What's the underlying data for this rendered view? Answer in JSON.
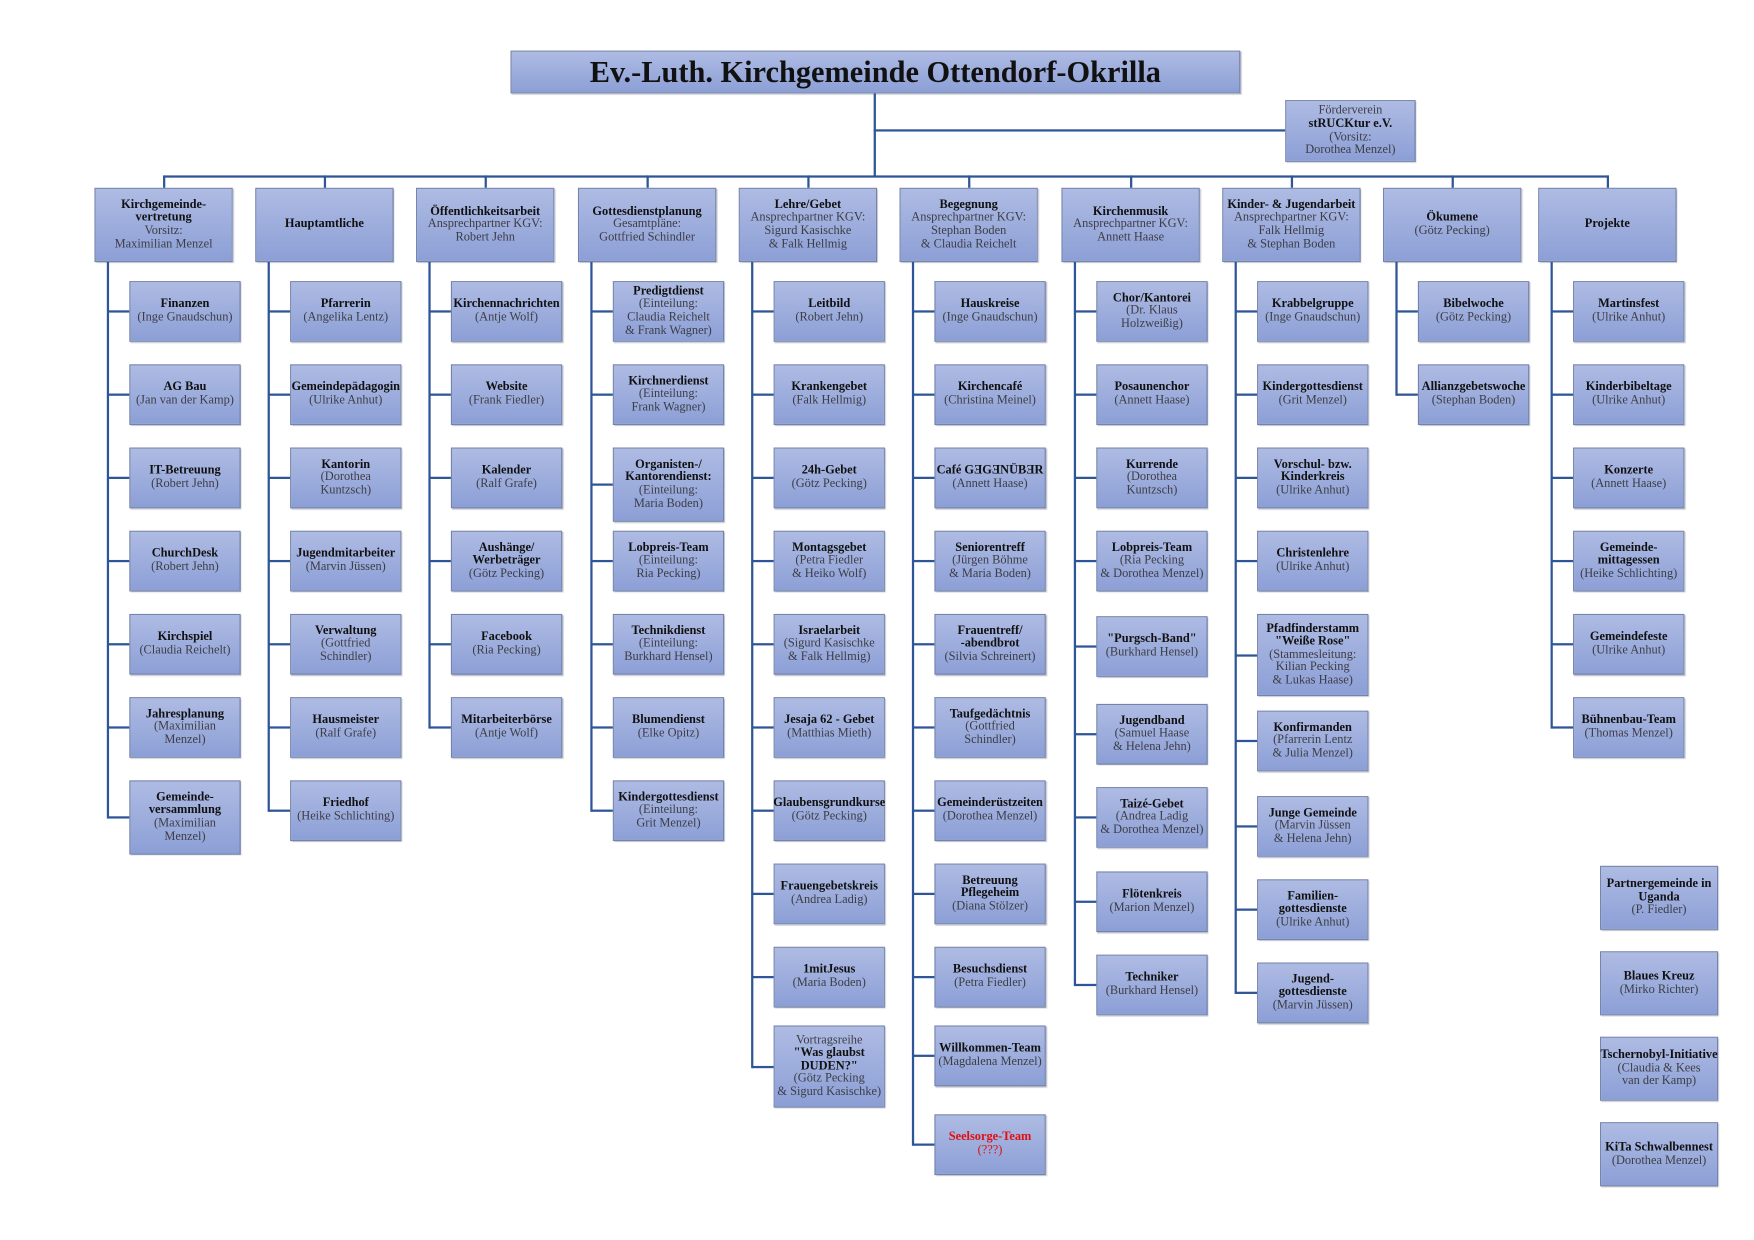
{
  "title": "Ev.-Luth. Kirchgemeinde Ottendorf-Okrilla",
  "foerderverein": {
    "pre": [
      "Förderverein"
    ],
    "title": [
      "stRUCKtur e.V."
    ],
    "sub": [
      "(Vorsitz:",
      "Dorothea Menzel)"
    ]
  },
  "colors": {
    "line": "#2e5597",
    "box_top": "#aebbe3",
    "box_bottom": "#8c9fd6",
    "warning_text": "#e01010"
  },
  "columns": [
    {
      "header": {
        "title": [
          "Kirchgemeinde-",
          "vertretung"
        ],
        "sub": [
          "Vorsitz:",
          "Maximilian Menzel"
        ]
      },
      "items": [
        {
          "title": [
            "Finanzen"
          ],
          "sub": [
            "(Inge Gnaudschun)"
          ]
        },
        {
          "title": [
            "AG Bau"
          ],
          "sub": [
            "(Jan van der Kamp)"
          ]
        },
        {
          "title": [
            "IT-Betreuung"
          ],
          "sub": [
            "(Robert Jehn)"
          ]
        },
        {
          "title": [
            "ChurchDesk"
          ],
          "sub": [
            "(Robert Jehn)"
          ]
        },
        {
          "title": [
            "Kirchspiel"
          ],
          "sub": [
            "(Claudia Reichelt)"
          ]
        },
        {
          "title": [
            "Jahresplanung"
          ],
          "sub": [
            "(Maximilian",
            "Menzel)"
          ]
        },
        {
          "title": [
            "Gemeinde-",
            "versammlung"
          ],
          "sub": [
            "(Maximilian",
            "Menzel)"
          ]
        }
      ]
    },
    {
      "header": {
        "title": [
          "Hauptamtliche"
        ],
        "sub": []
      },
      "items": [
        {
          "title": [
            "Pfarrerin"
          ],
          "sub": [
            "(Angelika Lentz)"
          ]
        },
        {
          "title": [
            "Gemeindepädagogin"
          ],
          "sub": [
            "(Ulrike Anhut)"
          ]
        },
        {
          "title": [
            "Kantorin"
          ],
          "sub": [
            "(Dorothea",
            "Kuntzsch)"
          ]
        },
        {
          "title": [
            "Jugendmitarbeiter"
          ],
          "sub": [
            "(Marvin Jüssen)"
          ]
        },
        {
          "title": [
            "Verwaltung"
          ],
          "sub": [
            "(Gottfried",
            "Schindler)"
          ]
        },
        {
          "title": [
            "Hausmeister"
          ],
          "sub": [
            "(Ralf Grafe)"
          ]
        },
        {
          "title": [
            "Friedhof"
          ],
          "sub": [
            "(Heike Schlichting)"
          ]
        }
      ]
    },
    {
      "header": {
        "title": [
          "Öffentlichkeitsarbeit"
        ],
        "sub": [
          "Ansprechpartner KGV:",
          "Robert Jehn"
        ]
      },
      "items": [
        {
          "title": [
            "Kirchennachrichten"
          ],
          "sub": [
            "(Antje Wolf)"
          ]
        },
        {
          "title": [
            "Website"
          ],
          "sub": [
            "(Frank Fiedler)"
          ]
        },
        {
          "title": [
            "Kalender"
          ],
          "sub": [
            "(Ralf Grafe)"
          ]
        },
        {
          "title": [
            "Aushänge/",
            "Werbeträger"
          ],
          "sub": [
            "(Götz Pecking)"
          ]
        },
        {
          "title": [
            "Facebook"
          ],
          "sub": [
            "(Ria Pecking)"
          ]
        },
        {
          "title": [
            "Mitarbeiterbörse"
          ],
          "sub": [
            "(Antje Wolf)"
          ]
        }
      ]
    },
    {
      "header": {
        "title": [
          "Gottesdienstplanung"
        ],
        "sub": [
          "Gesamtpläne:",
          "Gottfried Schindler"
        ]
      },
      "items": [
        {
          "title": [
            "Predigtdienst"
          ],
          "sub": [
            "(Einteilung:",
            "Claudia Reichelt",
            "& Frank Wagner)"
          ]
        },
        {
          "title": [
            "Kirchnerdienst"
          ],
          "sub": [
            "(Einteilung:",
            "Frank Wagner)"
          ]
        },
        {
          "title": [
            "Organisten-/",
            "Kantorendienst:"
          ],
          "sub": [
            "(Einteilung:",
            "Maria Boden)"
          ]
        },
        {
          "title": [
            "Lobpreis-Team"
          ],
          "sub": [
            "(Einteilung:",
            "Ria Pecking)"
          ]
        },
        {
          "title": [
            "Technikdienst"
          ],
          "sub": [
            "(Einteilung:",
            "Burkhard Hensel)"
          ]
        },
        {
          "title": [
            "Blumendienst"
          ],
          "sub": [
            "(Elke Opitz)"
          ]
        },
        {
          "title": [
            "Kindergottesdienst"
          ],
          "sub": [
            "(Einteilung:",
            "Grit Menzel)"
          ]
        }
      ]
    },
    {
      "header": {
        "title": [
          "Lehre/Gebet"
        ],
        "sub": [
          "Ansprechpartner KGV:",
          "Sigurd Kasischke",
          "& Falk Hellmig"
        ]
      },
      "items": [
        {
          "title": [
            "Leitbild"
          ],
          "sub": [
            "(Robert Jehn)"
          ]
        },
        {
          "title": [
            "Krankengebet"
          ],
          "sub": [
            "(Falk Hellmig)"
          ]
        },
        {
          "title": [
            "24h-Gebet"
          ],
          "sub": [
            "(Götz Pecking)"
          ]
        },
        {
          "title": [
            "Montagsgebet"
          ],
          "sub": [
            "(Petra Fiedler",
            "& Heiko Wolf)"
          ]
        },
        {
          "title": [
            "Israelarbeit"
          ],
          "sub": [
            "(Sigurd Kasischke",
            "& Falk Hellmig)"
          ]
        },
        {
          "title": [
            "Jesaja 62 - Gebet"
          ],
          "sub": [
            "(Matthias Mieth)"
          ]
        },
        {
          "title": [
            "Glaubensgrundkurse"
          ],
          "sub": [
            "(Götz Pecking)"
          ]
        },
        {
          "title": [
            "Frauengebetskreis"
          ],
          "sub": [
            "(Andrea Ladig)"
          ]
        },
        {
          "title": [
            "1mitJesus"
          ],
          "sub": [
            "(Maria Boden)"
          ]
        },
        {
          "pre": [
            "Vortragsreihe"
          ],
          "title": [
            "\"Was glaubst",
            "DUDEN?\""
          ],
          "sub": [
            "(Götz Pecking",
            "& Sigurd Kasischke)"
          ]
        }
      ]
    },
    {
      "header": {
        "title": [
          "Begegnung"
        ],
        "sub": [
          "Ansprechpartner KGV:",
          "Stephan Boden",
          "& Claudia Reichelt"
        ]
      },
      "items": [
        {
          "title": [
            "Hauskreise"
          ],
          "sub": [
            "(Inge Gnaudschun)"
          ]
        },
        {
          "title": [
            "Kirchencafé"
          ],
          "sub": [
            "(Christina Meinel)"
          ]
        },
        {
          "title": [
            "Café GƎGƎNÜBƎR"
          ],
          "sub": [
            "(Annett Haase)"
          ]
        },
        {
          "title": [
            "Seniorentreff"
          ],
          "sub": [
            "(Jürgen Böhme",
            "& Maria Boden)"
          ]
        },
        {
          "title": [
            "Frauentreff/",
            "-abendbrot"
          ],
          "sub": [
            "(Silvia Schreinert)"
          ]
        },
        {
          "title": [
            "Taufgedächtnis"
          ],
          "sub": [
            "(Gottfried",
            "Schindler)"
          ]
        },
        {
          "title": [
            "Gemeinderüstzeiten"
          ],
          "sub": [
            "(Dorothea Menzel)"
          ]
        },
        {
          "title": [
            "Betreuung",
            "Pflegeheim"
          ],
          "sub": [
            "(Diana Stölzer)"
          ]
        },
        {
          "title": [
            "Besuchsdienst"
          ],
          "sub": [
            "(Petra Fiedler)"
          ]
        },
        {
          "title": [
            "Willkommen-Team"
          ],
          "sub": [
            "(Magdalena Menzel)"
          ]
        },
        {
          "title": [
            "Seelsorge-Team"
          ],
          "sub": [
            "(???)"
          ],
          "status": "unbesetzt"
        }
      ]
    },
    {
      "header": {
        "title": [
          "Kirchenmusik"
        ],
        "sub": [
          "Ansprechpartner KGV:",
          "Annett Haase"
        ]
      },
      "items": [
        {
          "title": [
            "Chor/Kantorei"
          ],
          "sub": [
            "(Dr. Klaus",
            "Holzweißig)"
          ]
        },
        {
          "title": [
            "Posaunenchor"
          ],
          "sub": [
            "(Annett Haase)"
          ]
        },
        {
          "title": [
            "Kurrende"
          ],
          "sub": [
            "(Dorothea",
            "Kuntzsch)"
          ]
        },
        {
          "title": [
            "Lobpreis-Team"
          ],
          "sub": [
            "(Ria Pecking",
            "& Dorothea Menzel)"
          ]
        },
        {
          "title": [
            "\"Purgsch-Band\""
          ],
          "sub": [
            "(Burkhard Hensel)"
          ]
        },
        {
          "title": [
            "Jugendband"
          ],
          "sub": [
            "(Samuel Haase",
            "& Helena Jehn)"
          ]
        },
        {
          "title": [
            "Taizé-Gebet"
          ],
          "sub": [
            "(Andrea Ladig",
            "& Dorothea Menzel)"
          ]
        },
        {
          "title": [
            "Flötenkreis"
          ],
          "sub": [
            "(Marion Menzel)"
          ]
        },
        {
          "title": [
            "Techniker"
          ],
          "sub": [
            "(Burkhard Hensel)"
          ]
        }
      ]
    },
    {
      "header": {
        "title": [
          "Kinder- & Jugendarbeit"
        ],
        "sub": [
          "Ansprechpartner KGV:",
          "Falk Hellmig",
          "& Stephan Boden"
        ]
      },
      "items": [
        {
          "title": [
            "Krabbelgruppe"
          ],
          "sub": [
            "(Inge Gnaudschun)"
          ]
        },
        {
          "title": [
            "Kindergottesdienst"
          ],
          "sub": [
            "(Grit Menzel)"
          ]
        },
        {
          "title": [
            "Vorschul- bzw.",
            "Kinderkreis"
          ],
          "sub": [
            "(Ulrike Anhut)"
          ]
        },
        {
          "title": [
            "Christenlehre"
          ],
          "sub": [
            "(Ulrike Anhut)"
          ]
        },
        {
          "title": [
            "Pfadfinderstamm",
            "\"Weiße Rose\""
          ],
          "sub": [
            "(Stammesleitung:",
            "Kilian Pecking",
            "& Lukas Haase)"
          ]
        },
        {
          "title": [
            "Konfirmanden"
          ],
          "sub": [
            "(Pfarrerin Lentz",
            "& Julia Menzel)"
          ]
        },
        {
          "title": [
            "Junge Gemeinde"
          ],
          "sub": [
            "(Marvin Jüssen",
            "& Helena Jehn)"
          ]
        },
        {
          "title": [
            "Familien-",
            "gottesdienste"
          ],
          "sub": [
            "(Ulrike Anhut)"
          ]
        },
        {
          "title": [
            "Jugend-",
            "gottesdienste"
          ],
          "sub": [
            "(Marvin Jüssen)"
          ]
        }
      ]
    },
    {
      "header": {
        "title": [
          "Ökumene"
        ],
        "sub": [
          "(Götz Pecking)"
        ]
      },
      "items": [
        {
          "title": [
            "Bibelwoche"
          ],
          "sub": [
            "(Götz Pecking)"
          ]
        },
        {
          "title": [
            "Allianzgebetswoche"
          ],
          "sub": [
            "(Stephan Boden)"
          ]
        }
      ]
    },
    {
      "header": {
        "title": [
          "Projekte"
        ],
        "sub": []
      },
      "items": [
        {
          "title": [
            "Martinsfest"
          ],
          "sub": [
            "(Ulrike Anhut)"
          ]
        },
        {
          "title": [
            "Kinderbibeltage"
          ],
          "sub": [
            "(Ulrike Anhut)"
          ]
        },
        {
          "title": [
            "Konzerte"
          ],
          "sub": [
            "(Annett Haase)"
          ]
        },
        {
          "title": [
            "Gemeinde-",
            "mittagessen"
          ],
          "sub": [
            "(Heike Schlichting)"
          ]
        },
        {
          "title": [
            "Gemeindefeste"
          ],
          "sub": [
            "(Ulrike Anhut)"
          ]
        },
        {
          "title": [
            "Bühnenbau-Team"
          ],
          "sub": [
            "(Thomas Menzel)"
          ]
        }
      ]
    }
  ],
  "partners": [
    {
      "title": [
        "Partnergemeinde in",
        "Uganda"
      ],
      "sub": [
        "(P. Fiedler)"
      ]
    },
    {
      "title": [
        "Blaues Kreuz"
      ],
      "sub": [
        "(Mirko Richter)"
      ]
    },
    {
      "title": [
        "Tschernobyl-Initiative"
      ],
      "sub": [
        "(Claudia & Kees",
        "van der Kamp)"
      ]
    },
    {
      "title": [
        "KiTa Schwalbennest"
      ],
      "sub": [
        "(Dorothea Menzel)"
      ]
    }
  ]
}
